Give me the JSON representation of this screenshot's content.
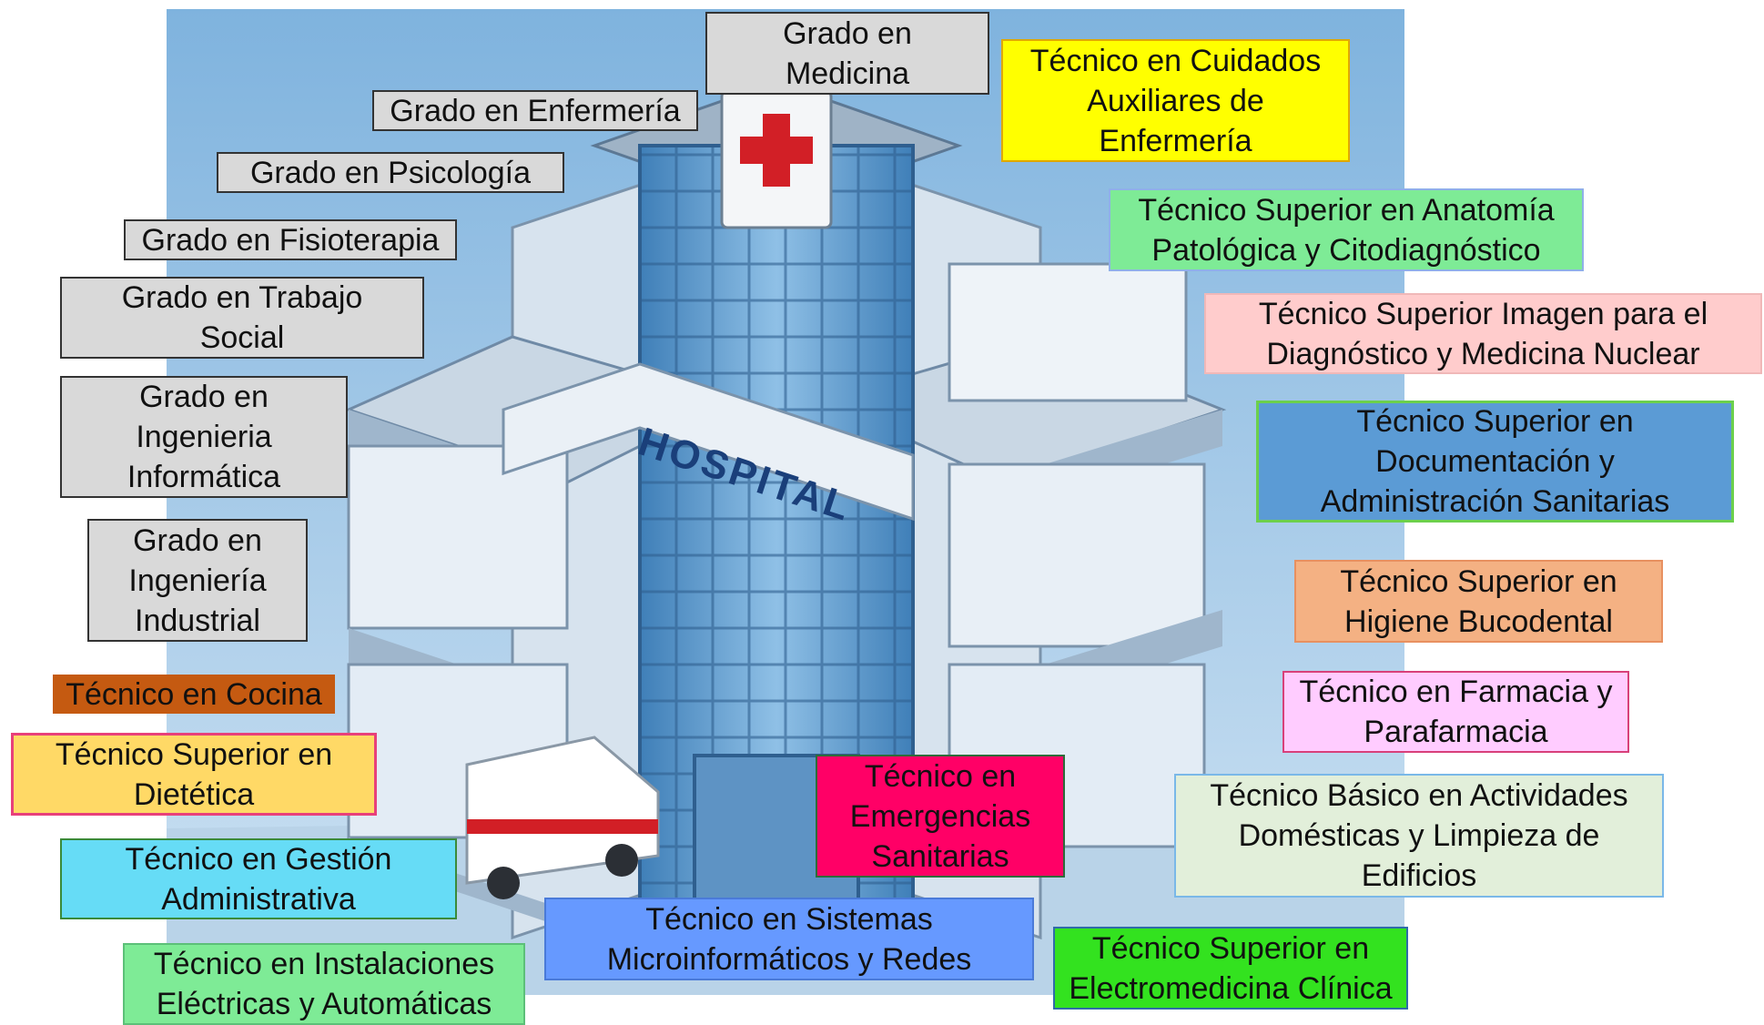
{
  "hospital_sign": "HOSPITAL",
  "colors": {
    "background": "#a9cdea",
    "grado_label": "#d9d9d9",
    "cocina": "#c55a11",
    "dietetica": "#ffd966",
    "gestion": "#66dcf6",
    "instalaciones": "#7eeb96",
    "sistemas": "#6699ff",
    "emergencias": "#ff0066",
    "electromedicina": "#33e21f",
    "cuidados": "#ffff00",
    "anatomia": "#7eeb96",
    "imagen": "#ffcccc",
    "documentacion": "#5b9bd5",
    "higiene": "#f4b183",
    "farmacia": "#ffccff",
    "basico": "#e2efda"
  },
  "labels": {
    "grado_medicina": "Grado en\nMedicina",
    "grado_enfermeria": "Grado en Enfermería",
    "grado_psicologia": "Grado en Psicología",
    "grado_fisioterapia": "Grado en Fisioterapia",
    "grado_trabajo_social": "Grado en Trabajo\nSocial",
    "grado_informatica": "Grado en\nIngenieria\nInformática",
    "grado_industrial": "Grado en\nIngeniería\nIndustrial",
    "tec_cocina": "Técnico en Cocina",
    "tec_dietetica": "Técnico Superior en\nDietética",
    "tec_gestion": "Técnico en Gestión\nAdministrativa",
    "tec_instalaciones": "Técnico en Instalaciones\nEléctricas y Automáticas",
    "tec_sistemas": "Técnico en Sistemas\nMicroinformáticos y Redes",
    "tec_emergencias": "Técnico en\nEmergencias\nSanitarias",
    "tec_electromedicina": "Técnico Superior en\nElectromedicina Clínica",
    "tec_cuidados": "Técnico en Cuidados\nAuxiliares de\nEnfermería",
    "tec_anatomia": "Técnico Superior en Anatomía\nPatológica y Citodiagnóstico",
    "tec_imagen": "Técnico Superior Imagen para el\nDiagnóstico y Medicina Nuclear",
    "tec_documentacion": "Técnico Superior en\nDocumentación y\nAdministración Sanitarias",
    "tec_higiene": "Técnico Superior en\nHigiene Bucodental",
    "tec_farmacia": "Técnico en Farmacia y\nParafarmacia",
    "tec_basico": "Técnico Básico en Actividades\nDomésticas y Limpieza de\nEdificios"
  }
}
